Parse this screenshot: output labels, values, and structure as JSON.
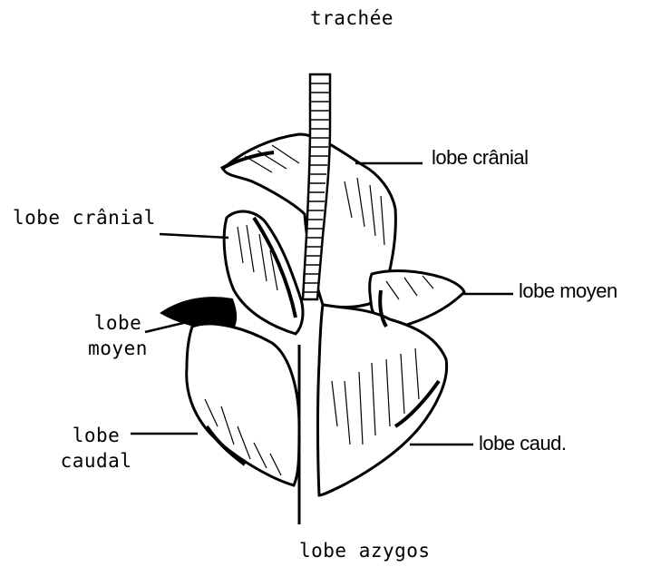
{
  "labels": {
    "trachea": "trachée",
    "right_cranial": "lobe crânial",
    "left_cranial": "lobe crânial",
    "right_middle": "lobe moyen",
    "left_middle_line1": "lobe",
    "left_middle_line2": "moyen",
    "left_caudal_line1": "lobe",
    "left_caudal_line2": "caudal",
    "right_caudal": "lobe caud.",
    "azygos": "lobe azygos"
  },
  "colors": {
    "ink": "#000000",
    "paper": "#ffffff"
  }
}
